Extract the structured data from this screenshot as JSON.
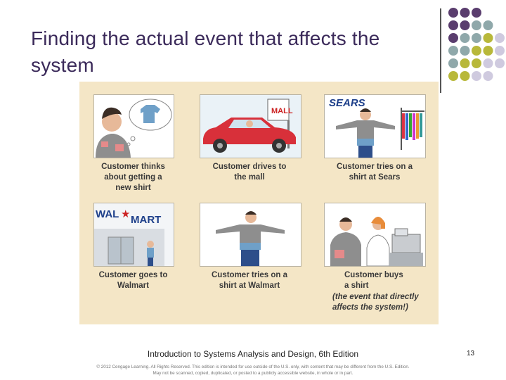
{
  "slide": {
    "title": "Finding the actual event that affects the system",
    "footer": "Introduction to Systems Analysis and Design, 6th Edition",
    "page_number": "13",
    "copyright": "© 2012 Cengage Learning. All Rights Reserved. This edition is intended for use outside of the U.S. only, with content that may be different from the U.S. Edition.\nMay not be scanned, copied, duplicated, or posted to a publicly accessible website, in whole or in part."
  },
  "illustration": {
    "captions": [
      "Customer thinks\nabout getting a\nnew shirt",
      "Customer drives to\nthe mall",
      "Customer tries on a\nshirt at Sears",
      "Customer goes to\nWalmart",
      "Customer tries on a\nshirt at Walmart",
      "Customer buys\na shirt"
    ],
    "note": "(the event that directly\naffects the system!)",
    "signs": {
      "mall": "MALL",
      "sears": "SEARS",
      "walmart_left": "WAL",
      "walmart_right": "MART"
    }
  },
  "colors": {
    "title": "#3b2a5a",
    "panel_bg": "#f4e6c6",
    "dot_purple": "#5a3d6e",
    "dot_teal": "#8fa8aa",
    "dot_olive": "#b8b83a",
    "dot_lavender": "#cfcadf"
  }
}
